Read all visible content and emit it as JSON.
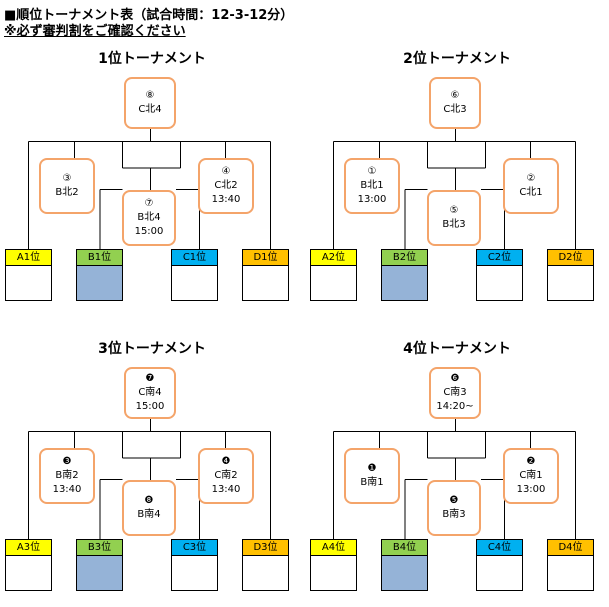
{
  "header": {
    "title": "■順位トーナメント表（試合時間：12-3-12分）",
    "note": "※必ず審判割をご確認ください"
  },
  "colors": {
    "node_border": "#f4a46a",
    "team_A": "#ffff00",
    "team_B": "#92d050",
    "team_C": "#00b0f0",
    "team_D": "#ffc000",
    "highlight_cell": "#95b3d7"
  },
  "brackets": [
    {
      "title": "1位トーナメント",
      "final": {
        "num": "⑧",
        "team": "C北4",
        "time": ""
      },
      "left": {
        "num": "③",
        "team": "B北2",
        "time": ""
      },
      "right": {
        "num": "④",
        "team": "C北2",
        "time": "13:40"
      },
      "middle": {
        "num": "⑦",
        "team": "B北4",
        "time": "15:00"
      },
      "teams": [
        "A1位",
        "B1位",
        "C1位",
        "D1位"
      ]
    },
    {
      "title": "2位トーナメント",
      "final": {
        "num": "⑥",
        "team": "C北3",
        "time": ""
      },
      "left": {
        "num": "①",
        "team": "B北1",
        "time": "13:00"
      },
      "right": {
        "num": "②",
        "team": "C北1",
        "time": ""
      },
      "middle": {
        "num": "⑤",
        "team": "B北3",
        "time": ""
      },
      "teams": [
        "A2位",
        "B2位",
        "C2位",
        "D2位"
      ]
    },
    {
      "title": "3位トーナメント",
      "final": {
        "num": "❼",
        "team": "C南4",
        "time": "15:00"
      },
      "left": {
        "num": "❸",
        "team": "B南2",
        "time": "13:40"
      },
      "right": {
        "num": "❹",
        "team": "C南2",
        "time": "13:40"
      },
      "middle": {
        "num": "❽",
        "team": "B南4",
        "time": ""
      },
      "teams": [
        "A3位",
        "B3位",
        "C3位",
        "D3位"
      ]
    },
    {
      "title": "4位トーナメント",
      "final": {
        "num": "❻",
        "team": "C南3",
        "time": "14:20~"
      },
      "left": {
        "num": "❶",
        "team": "B南1",
        "time": ""
      },
      "right": {
        "num": "❷",
        "team": "C南1",
        "time": "13:00"
      },
      "middle": {
        "num": "❺",
        "team": "B南3",
        "time": ""
      },
      "teams": [
        "A4位",
        "B4位",
        "C4位",
        "D4位"
      ]
    }
  ]
}
